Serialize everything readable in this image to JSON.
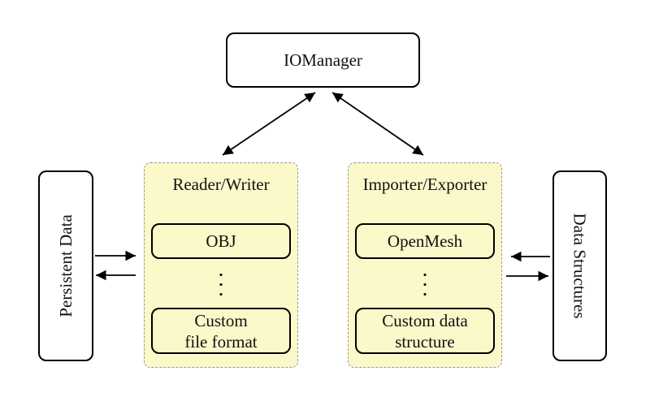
{
  "diagram": {
    "nodes": {
      "iomanager": "IOManager",
      "persistent_data": "Persistent Data",
      "data_structures": "Data Structures"
    },
    "groups": [
      {
        "label": "Reader/Writer",
        "top_item": "OBJ",
        "bottom_item_line1": "Custom",
        "bottom_item_line2": "file format"
      },
      {
        "label": "Importer/Exporter",
        "top_item": "OpenMesh",
        "bottom_item_line1": "Custom data",
        "bottom_item_line2": "structure"
      }
    ],
    "icons": {
      "ellipsis": "vertical-ellipsis",
      "arrowhead": "black-triangle"
    },
    "colors": {
      "background": "#FFFFFF",
      "group_fill": "#FBF8CA",
      "group_border": "#969696",
      "node_fill": "#FFFFFF",
      "stroke": "#000000"
    }
  }
}
